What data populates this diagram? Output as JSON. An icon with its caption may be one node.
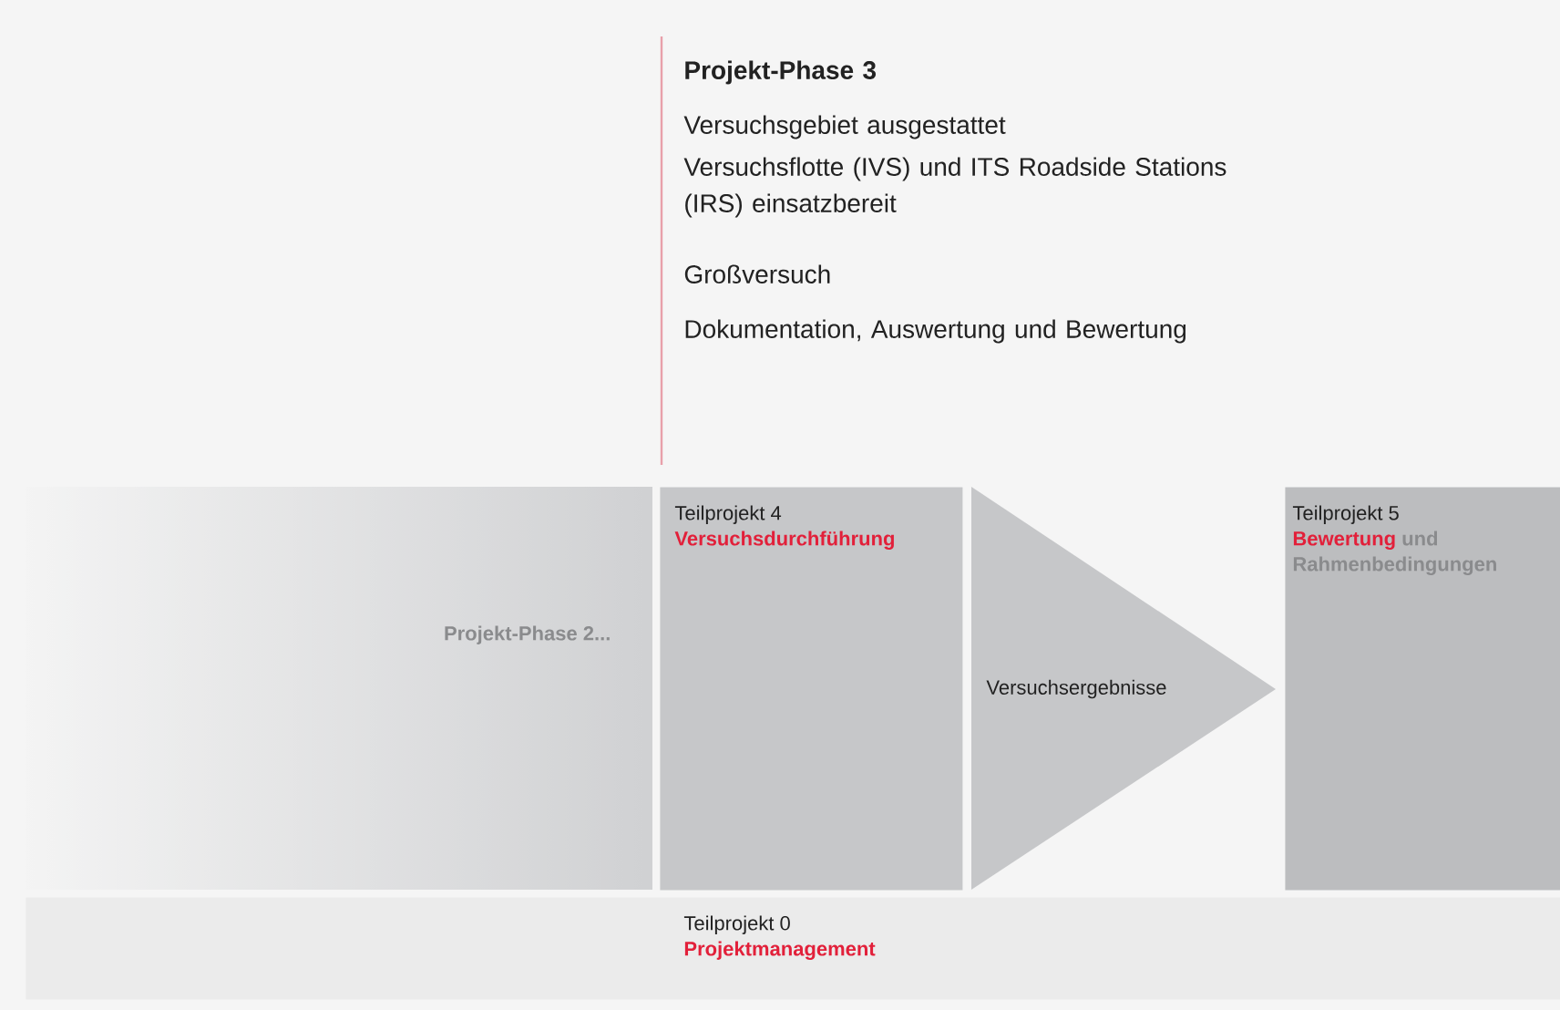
{
  "diagram": {
    "nodes": [
      {
        "text": [
          "Projekt-Phase 2..."
        ]
      },
      {
        "text": [
          "Teilprojekt 4",
          "Versuchsdurchführung"
        ]
      },
      {
        "text": [
          "Versuchsergebnisse"
        ]
      },
      {
        "text": [
          "Teilprojekt 5",
          "Bewertung",
          "und Rahmenbedingungen"
        ]
      },
      {
        "text": [
          "Teilprojekt 0",
          "Projektmanagement"
        ]
      }
    ],
    "labels": [
      "Projekt-Phase 3",
      "Versuchsgebiet ausgestattet",
      "Versuchsflotte (IVS) und ITS Roadside Stations (IRS) einsatzbereit",
      "Großversuch",
      "Dokumentation, Auswertung und Bewertung"
    ]
  }
}
